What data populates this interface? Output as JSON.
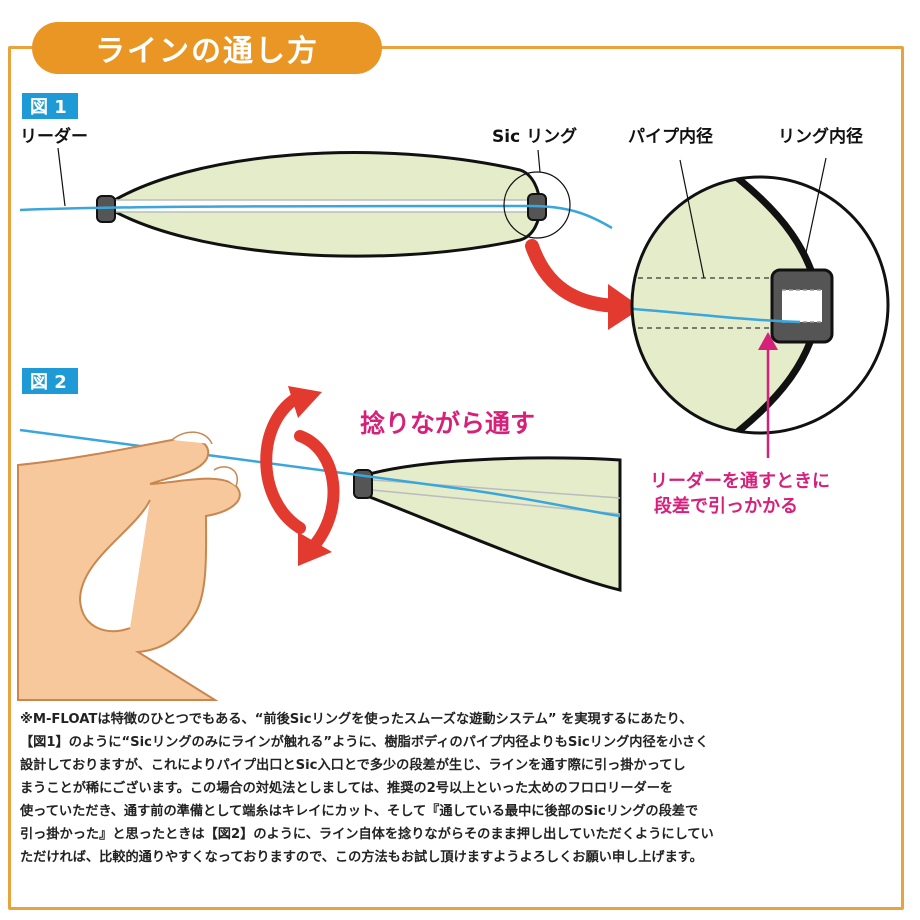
{
  "title": "ラインの通し方",
  "figure1": {
    "tag": "図 1",
    "labels": {
      "leader": "リーダー",
      "sic_ring": "Sic リング",
      "pipe_diameter": "パイプ内径",
      "ring_diameter": "リング内径"
    },
    "callout": [
      "リーダーを通すときに",
      "段差で引っかかる"
    ]
  },
  "figure2": {
    "tag": "図 2",
    "action": "捻りながら通す"
  },
  "caption_lines": [
    "※M-FLOATは特徴のひとつでもある、“前後Sicリングを使ったスムーズな遊動システム” を実現するにあたり、",
    "【図1】のように“Sicリングのみにラインが触れる”ように、樹脂ボディのパイプ内径よりもSicリング内径を小さく",
    "設計しておりますが、これによりパイプ出口とSic入口とで多少の段差が生じ、ラインを通す際に引っ掛かってし",
    "まうことが稀にございます。この場合の対処法としましては、推奨の2号以上といった太めのフロロリーダーを",
    "使っていただき、通す前の準備として端糸はキレイにカット、そして『通している最中に後部のSicリングの段差で",
    "引っ掛かった』と思ったときは【図2】のように、ライン自体を捻りながらそのまま押し出していただくようにしてい",
    "ただければ、比較的通りやすくなっておりますので、この方法もお試し頂けますようよろしくお願い申し上げます。"
  ],
  "colors": {
    "accent_orange": "#ea9625",
    "frame_orange": "#e8a33c",
    "figure_blue": "#1e9bd7",
    "line_blue": "#3aa6db",
    "body_green": "#e4ecc9",
    "arrow_red": "#e23a2f",
    "callout_magenta": "#d6217b",
    "skin": "#f7c89c"
  }
}
